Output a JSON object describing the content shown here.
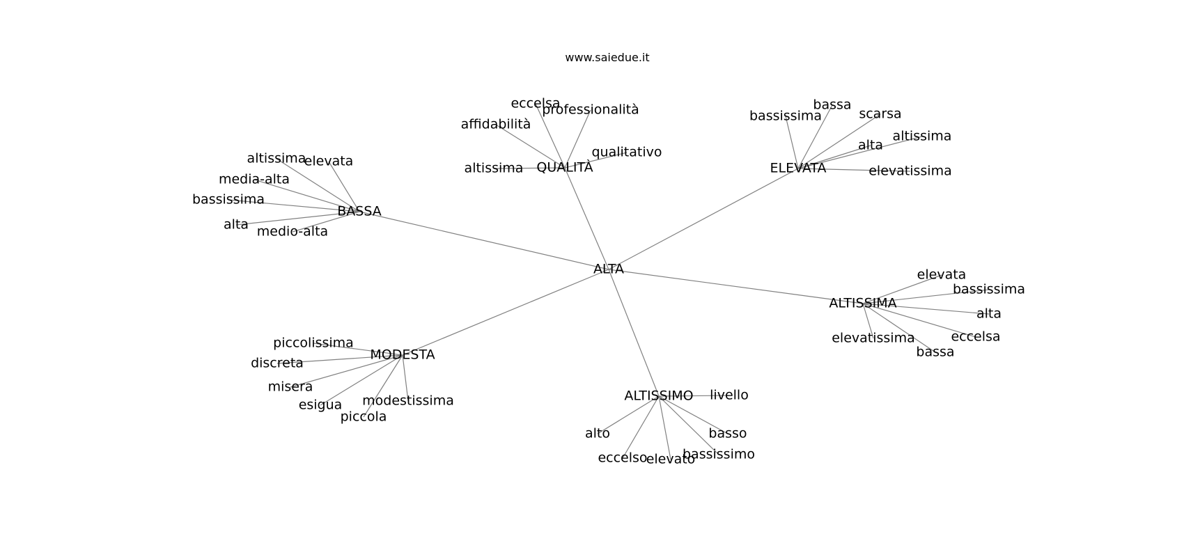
{
  "watermark": "www.saiedue.it",
  "colors": {
    "edge": "#808080",
    "text": "#000000",
    "background": "#ffffff"
  },
  "graph": {
    "center": "ALTA",
    "hubs": [
      {
        "id": "BASSA",
        "label": "BASSA",
        "leaves": [
          "altissima",
          "elevata",
          "media-alta",
          "bassissima",
          "alta",
          "medio-alta"
        ]
      },
      {
        "id": "QUALITA",
        "label": "QUALITÀ",
        "leaves": [
          "eccelsa",
          "professionalità",
          "affidabilità",
          "qualitativo",
          "altissima"
        ]
      },
      {
        "id": "ELEVATA",
        "label": "ELEVATA",
        "leaves": [
          "bassa",
          "bassissima",
          "scarsa",
          "altissima",
          "alta",
          "elevatissima"
        ]
      },
      {
        "id": "ALTISSIMA",
        "label": "ALTISSIMA",
        "leaves": [
          "elevata",
          "bassissima",
          "alta",
          "eccelsa",
          "elevatissima",
          "bassa"
        ]
      },
      {
        "id": "ALTISSIMO",
        "label": "ALTISSIMO",
        "leaves": [
          "livello",
          "alto",
          "basso",
          "bassissimo",
          "eccelso",
          "elevato"
        ]
      },
      {
        "id": "MODESTA",
        "label": "MODESTA",
        "leaves": [
          "piccolissima",
          "discreta",
          "misera",
          "esigua",
          "modestissima",
          "piccola"
        ]
      }
    ]
  }
}
